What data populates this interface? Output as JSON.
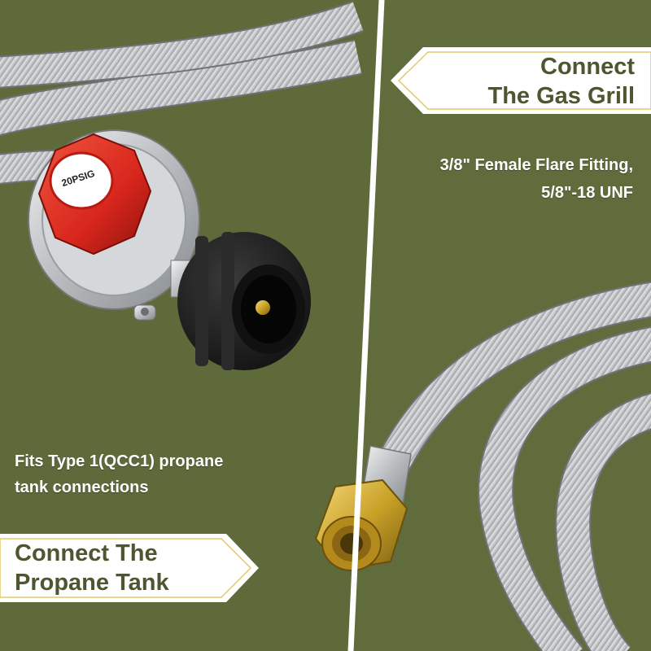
{
  "colors": {
    "left_bg": "#5f6a3a",
    "right_bg": "#616c3d",
    "divider": "#ffffff",
    "banner_bg": "#ffffff",
    "banner_text": "#4e5530",
    "caption_text": "#ffffff",
    "knob_red": "#d8261c",
    "coupler_black": "#1b1b1b",
    "brass": "#c9a227",
    "steel": "#c9ccce"
  },
  "right_banner": {
    "line1": "Connect",
    "line2": "The Gas Grill"
  },
  "right_caption": {
    "line1": "3/8\" Female Flare Fitting,",
    "line2": "5/8\"-18 UNF"
  },
  "left_caption": {
    "line1": "Fits Type 1(QCC1) propane",
    "line2": "tank connections"
  },
  "left_banner": {
    "line1": "Connect The",
    "line2": "Propane Tank"
  },
  "gauge": {
    "label": "20PSIG"
  },
  "icons": [
    "arrow-left-icon",
    "arrow-right-icon"
  ]
}
